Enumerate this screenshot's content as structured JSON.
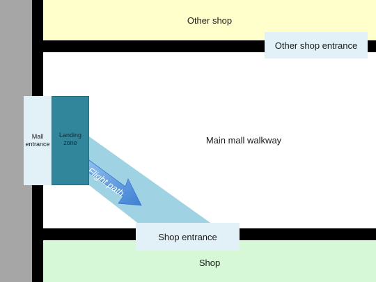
{
  "labels": {
    "other_shop": "Other shop",
    "other_shop_entrance": "Other shop entrance",
    "main_walkway": "Main mall walkway",
    "mall_entrance": "Mall entrance",
    "landing_zone": "Landing zone",
    "flight_path": "Flight path",
    "shop_entrance": "Shop entrance",
    "shop": "Shop"
  },
  "colors": {
    "wall_gray": "#a6a6a6",
    "wall_black": "#000000",
    "other_shop_fill": "#ffffcc",
    "shop_fill": "#d6f8d6",
    "entrance_fill": "#e2f1f8",
    "landing_zone_fill": "#31869b",
    "cone_fill": "#9fd3e3",
    "arrow_fill": "#4f8fdc"
  }
}
